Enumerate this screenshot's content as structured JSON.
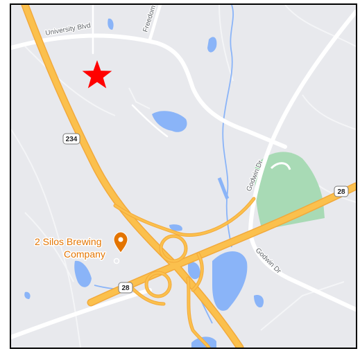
{
  "map": {
    "roads": {
      "university_blvd": "University Blvd",
      "freedom": "Freedom",
      "godwin_dr_north": "Godwin Dr",
      "godwin_dr_south": "Godwin Dr"
    },
    "route_shields": {
      "r234": "234",
      "r28_east": "28",
      "r28_south": "28"
    },
    "poi": {
      "line1": "2 Silos Brewing",
      "line2": "Company",
      "icon": "place-pin-icon",
      "color": "#e37400"
    },
    "marker": {
      "icon": "red-star-icon",
      "color": "#ff0000"
    },
    "colors": {
      "land": "#e8e9ed",
      "water": "#8ab4f8",
      "park": "#a8dab5",
      "highway": "#fbc04d",
      "highway_edge": "#f2a93b",
      "road": "#ffffff"
    }
  }
}
